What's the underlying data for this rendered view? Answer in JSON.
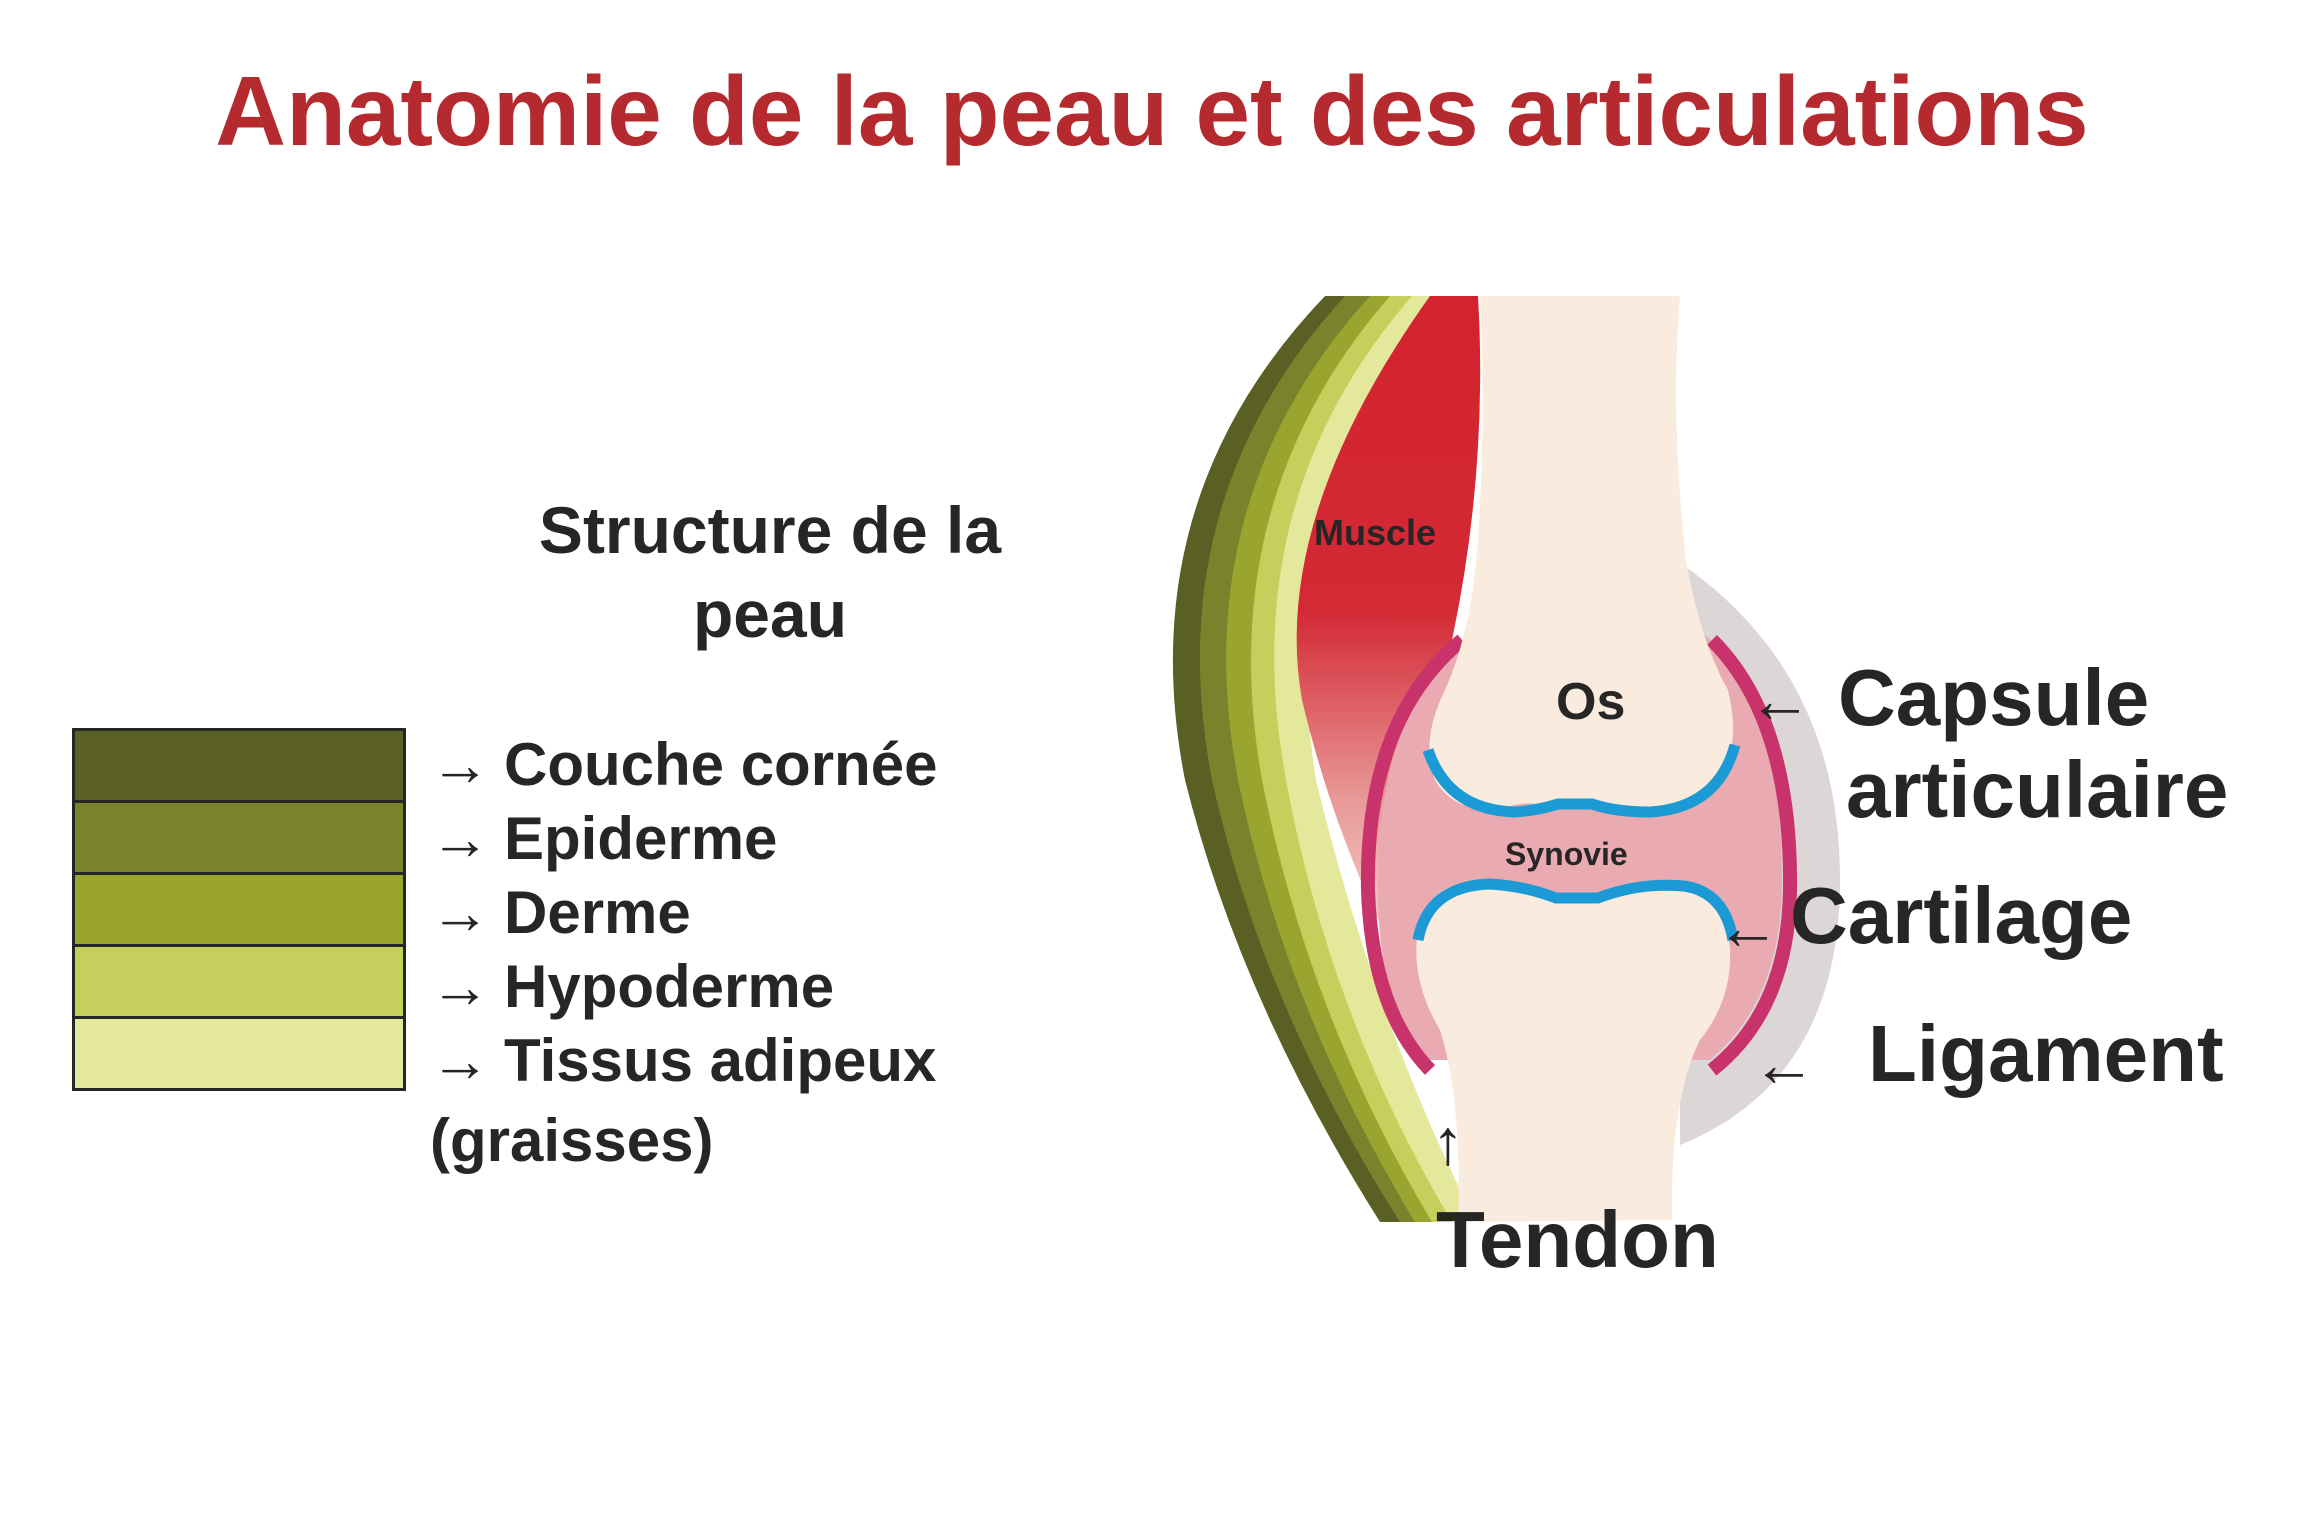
{
  "title": "Anatomie de la peau et des articulations",
  "skin_structure": {
    "heading_line1": "Structure de la",
    "heading_line2": "peau",
    "arrow": "→",
    "layers": [
      {
        "label": "Couche cornée",
        "color": "#5a5f23"
      },
      {
        "label": "Epiderme",
        "color": "#7a822b"
      },
      {
        "label": "Derme",
        "color": "#9aa52f"
      },
      {
        "label": "Hypoderme",
        "color": "#c4cf5c"
      },
      {
        "label": "Tissus adipeux",
        "color": "#e4e89a"
      }
    ],
    "note": "(graisses)"
  },
  "joint_labels": {
    "muscle": "Muscle",
    "os": "Os",
    "synovie": "Synovie",
    "capsule_line1": "Capsule",
    "capsule_line2": "articulaire",
    "cartilage": "Cartilage",
    "ligament": "Ligament",
    "tendon": "Tendon",
    "arrow_left": "←",
    "arrow_up": "↑"
  },
  "colors": {
    "title": "#b52a2e",
    "muscle": "#d2232e",
    "bone": "#f9ebdd",
    "capsule": "#c8336b",
    "synovial": "#eaaab1",
    "cartilage": "#1b9ad6",
    "ligament": "#dcd6d6"
  }
}
